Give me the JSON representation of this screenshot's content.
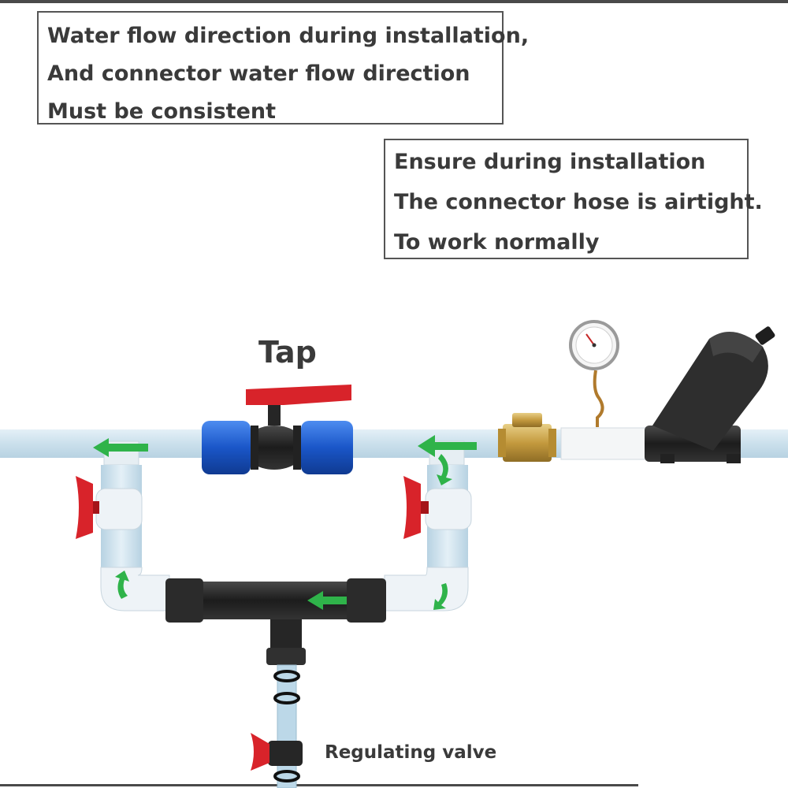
{
  "note_top_left": {
    "lines": [
      "Water flow direction during installation,",
      "And connector water flow direction",
      "Must be consistent"
    ]
  },
  "note_top_right": {
    "lines": [
      "Ensure during installation",
      "The connector hose is airtight.",
      "To work normally"
    ]
  },
  "labels": {
    "tap": "Tap",
    "regulating_valve": "Regulating valve"
  },
  "colors": {
    "pipe": "#cfe3ee",
    "flow_arrow": "#2fb34a",
    "handle": "#d8232a",
    "coupler": "#1b5fd0",
    "venturi": "#2a2a2a",
    "brass": "#c8a24a"
  },
  "icons": [
    "flow-arrow-icon",
    "pressure-gauge-icon",
    "ball-valve-icon",
    "filter-icon"
  ]
}
